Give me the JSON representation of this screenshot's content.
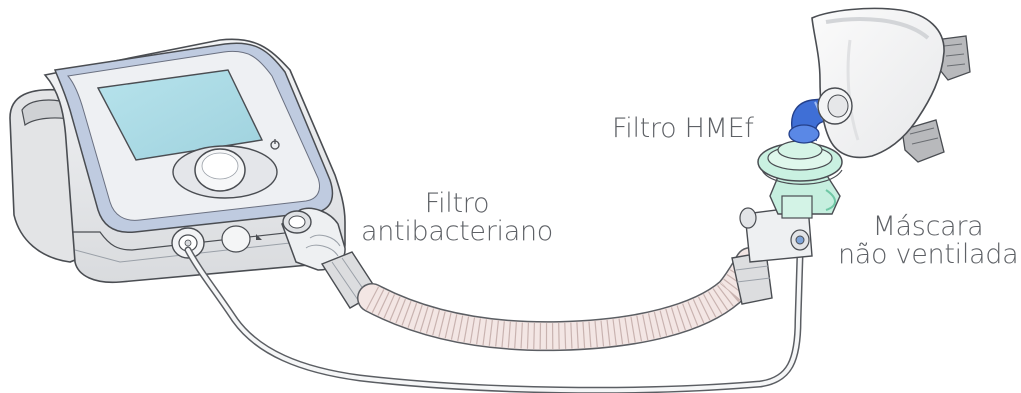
{
  "labels": {
    "antibacterial_filter": {
      "line1": "Filtro",
      "line2": "antibacteriano"
    },
    "hme_filter": "Filtro HMEf",
    "mask": {
      "line1": "Máscara",
      "line2": "não ventilada"
    }
  },
  "colors": {
    "text": "#5e6166",
    "screen": "#a9dbe6",
    "bezel": "#b9c6dc",
    "tube": "#f2e4e2",
    "filter_green": "#c8f0e0",
    "elbow_blue": "#3f6fd6"
  }
}
